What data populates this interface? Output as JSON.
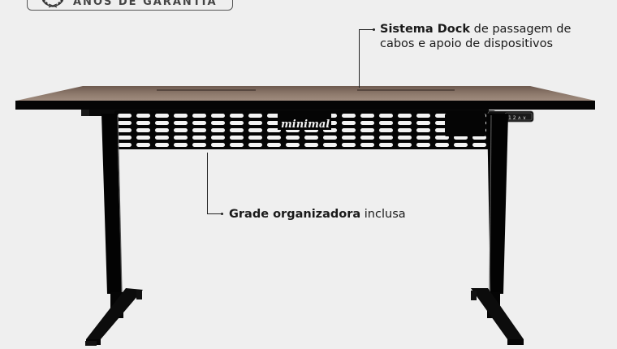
{
  "badge": {
    "text": "ANOS DE GARANTIA",
    "icon": "laurel-icon"
  },
  "annotations": [
    {
      "id": "dock",
      "bold": "Sistema Dock",
      "rest_line1": " de passagem de",
      "line2": "cabos e apoio de dispositivos"
    },
    {
      "id": "grade",
      "bold": "Grade organizadora",
      "rest": " inclusa"
    }
  ],
  "product": {
    "brand_logo": "minimal",
    "control_panel": [
      "1",
      "2",
      "∧",
      "∨"
    ]
  },
  "colors": {
    "background": "#efefef",
    "desktop_wood": "#8a7466",
    "frame": "#0a0a0a",
    "text": "#1a1a1a"
  }
}
